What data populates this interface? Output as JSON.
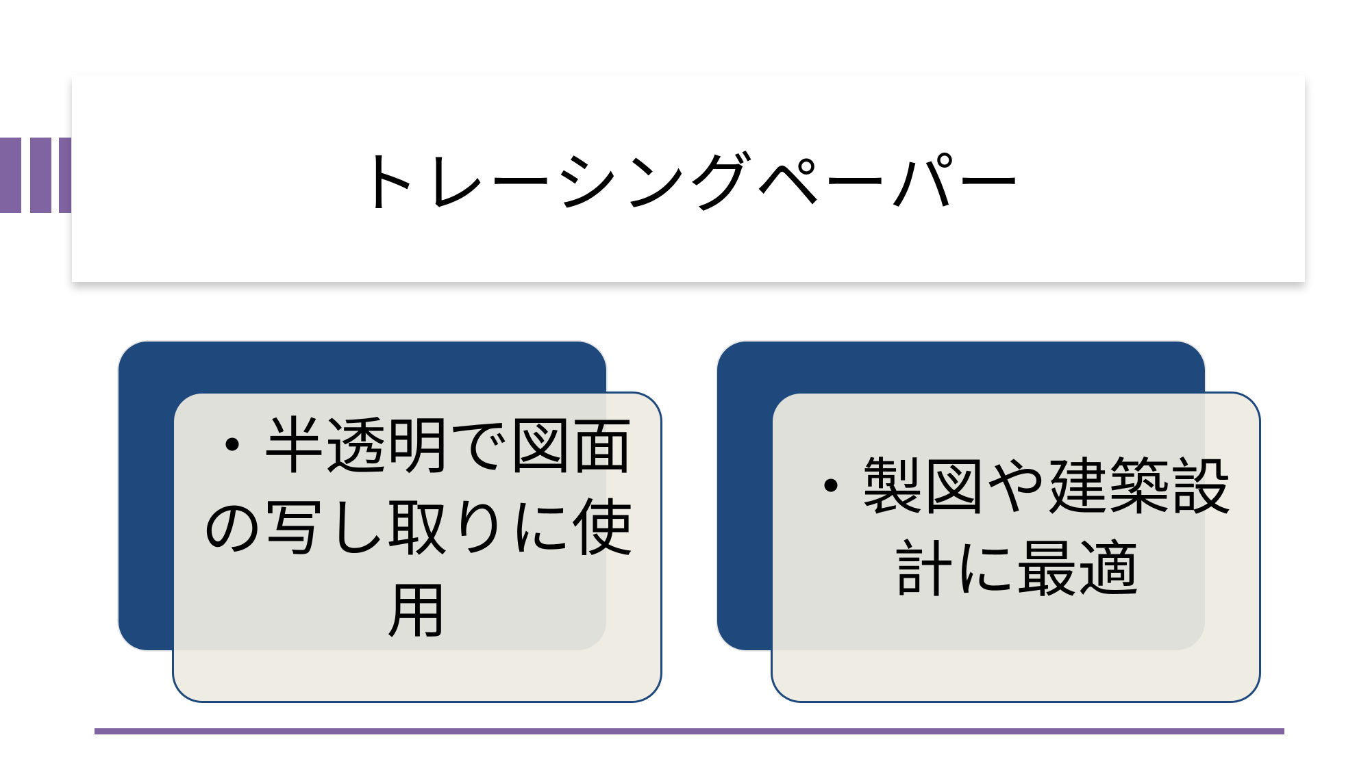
{
  "slide": {
    "title": "トレーシングペーパー",
    "cards": [
      {
        "text": "・半透明で図面の写し取りに使用"
      },
      {
        "text": "・製図や建築設計に最適"
      }
    ]
  },
  "colors": {
    "accent_purple": "#8064a2",
    "panel_navy": "#1f497d",
    "panel_cream": "#eeece1"
  }
}
